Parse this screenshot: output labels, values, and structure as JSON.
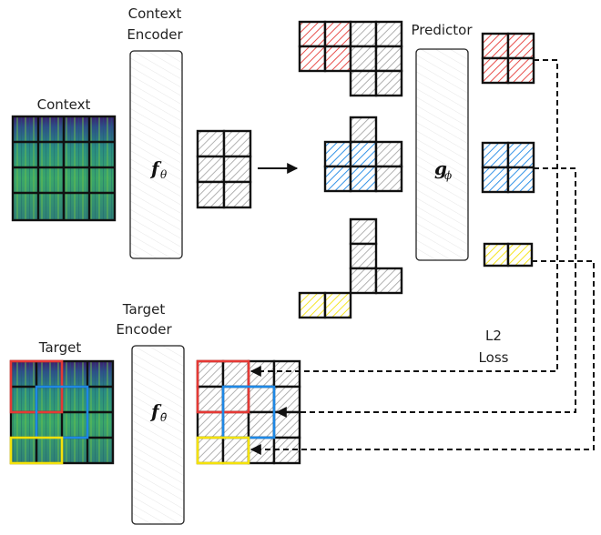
{
  "labels": {
    "context_encoder_line1": "Context",
    "context_encoder_line2": "Encoder",
    "context": "Context",
    "predictor": "Predictor",
    "target_encoder_line1": "Target",
    "target_encoder_line2": "Encoder",
    "target": "Target",
    "loss_line1": "L2",
    "loss_line2": "Loss"
  },
  "symbols": {
    "context_encoder": "f",
    "context_encoder_sub": "θ",
    "target_encoder": "f",
    "target_encoder_sub": "θ̄",
    "predictor": "g",
    "predictor_sub": "ϕ"
  },
  "colors": {
    "red": "#e53935",
    "blue": "#1e88e5",
    "yellow": "#f4e20a",
    "gray": "#9e9e9e",
    "spectrogram_dark": "#3b1f6e",
    "spectrogram_mid": "#2a8c82",
    "spectrogram_light": "#6cc24a"
  }
}
